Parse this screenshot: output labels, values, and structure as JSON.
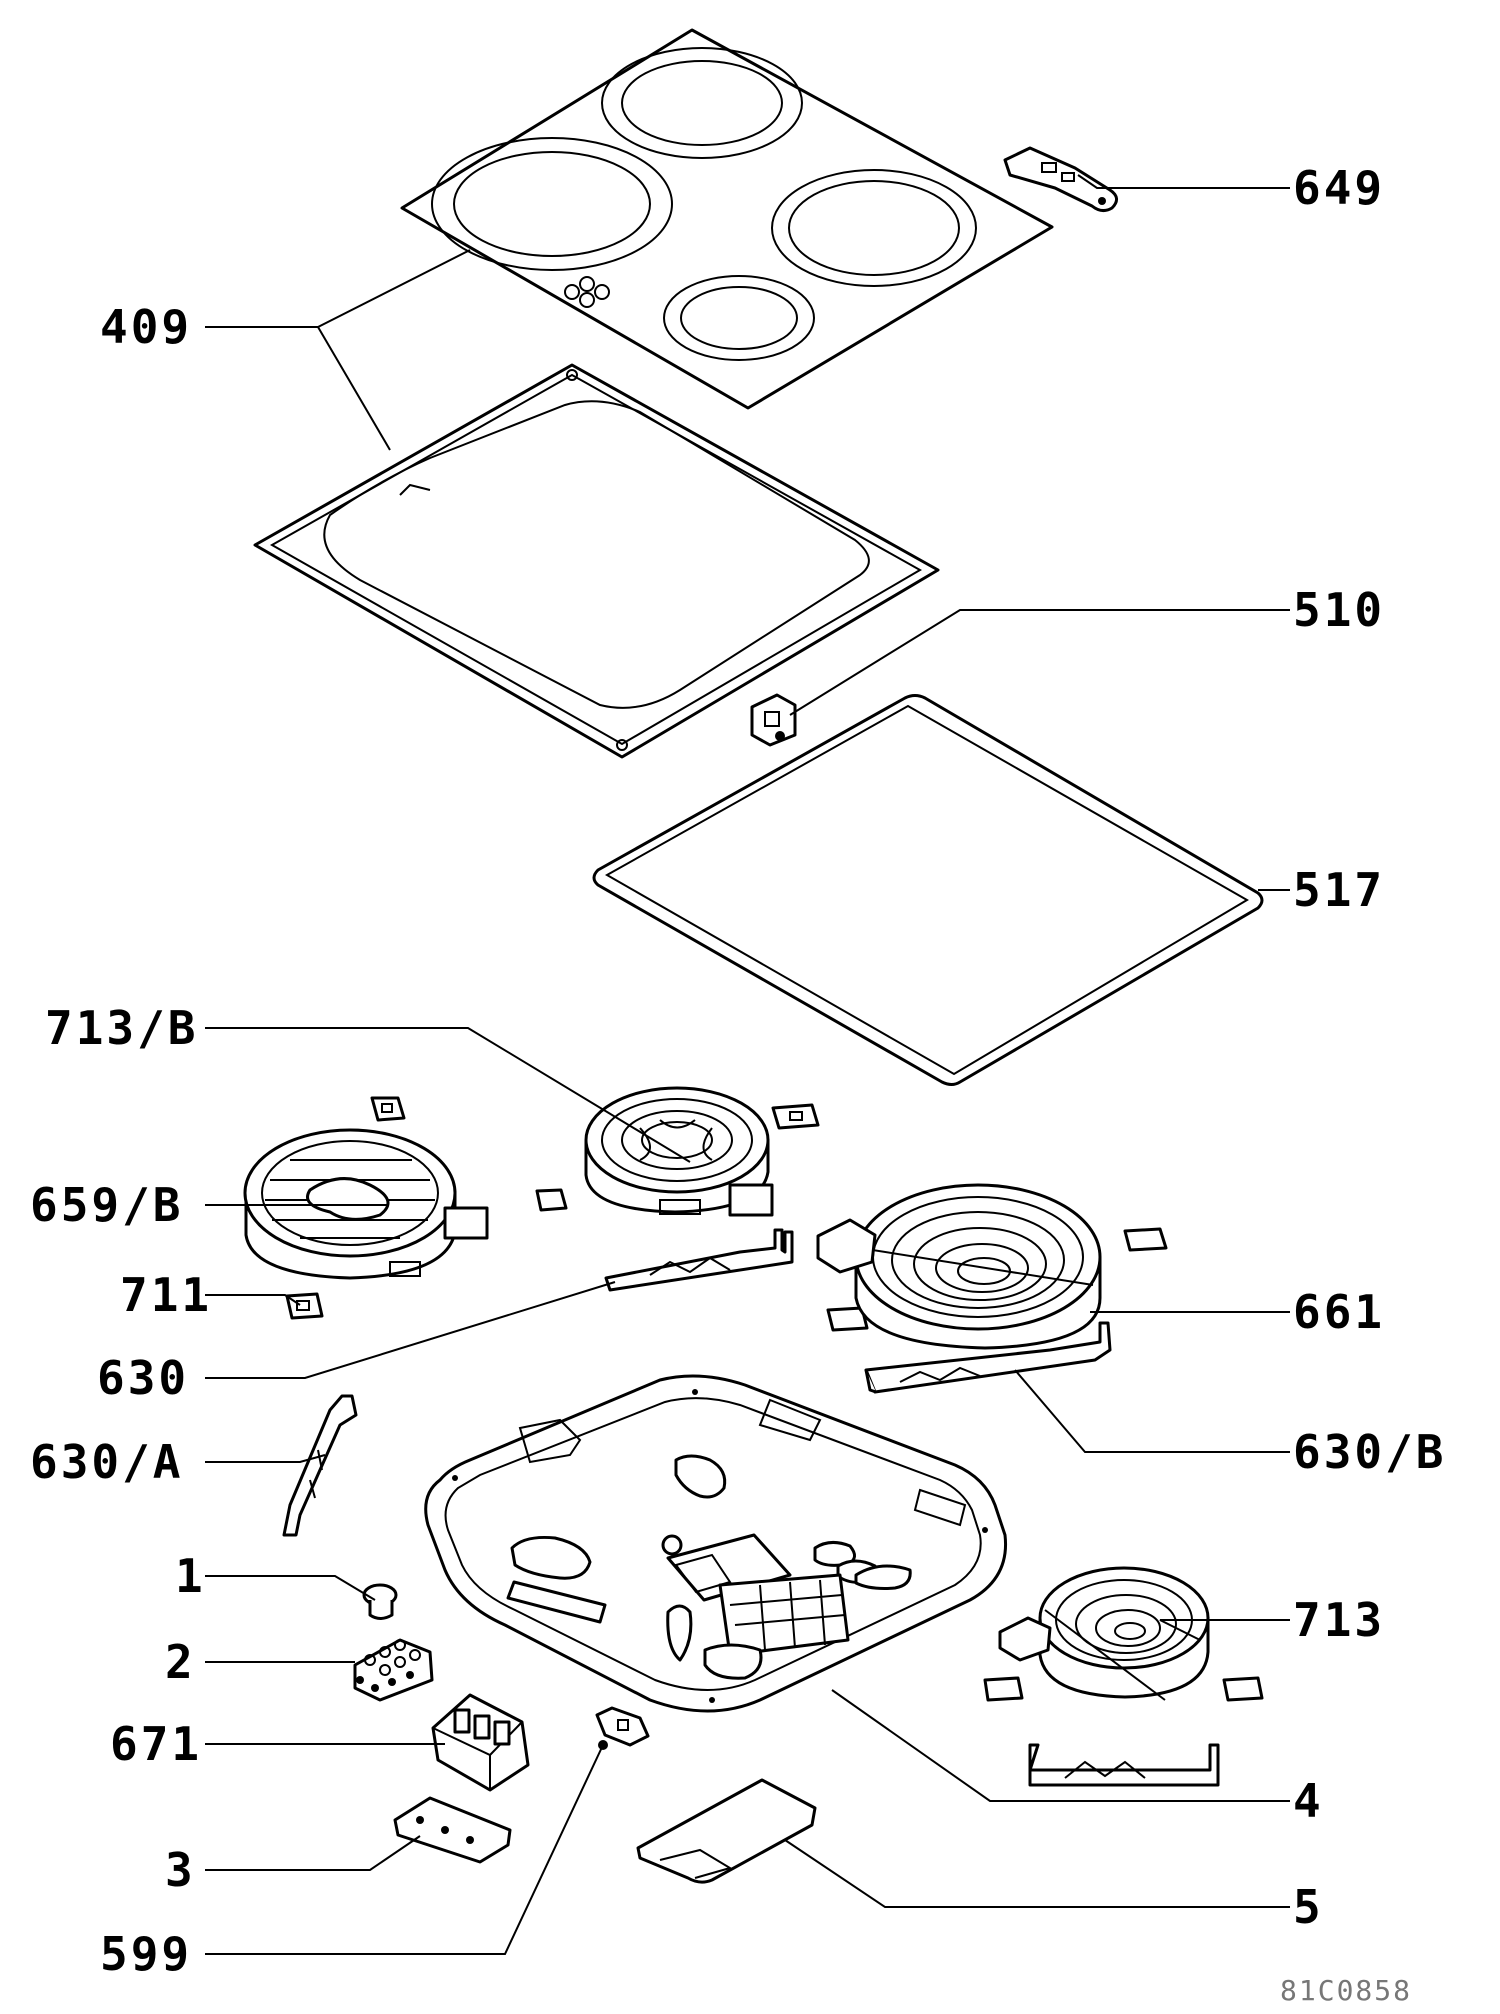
{
  "parts": {
    "p649": "649",
    "p409": "409",
    "p510": "510",
    "p517": "517",
    "p713b": "713/B",
    "p659b": "659/B",
    "p711": "711",
    "p630": "630",
    "p661": "661",
    "p630a": "630/A",
    "p630b": "630/B",
    "p1": "1",
    "p2": "2",
    "p713": "713",
    "p671": "671",
    "p4": "4",
    "p3": "3",
    "p5": "5",
    "p599": "599"
  },
  "drawing_code": "81C0858"
}
